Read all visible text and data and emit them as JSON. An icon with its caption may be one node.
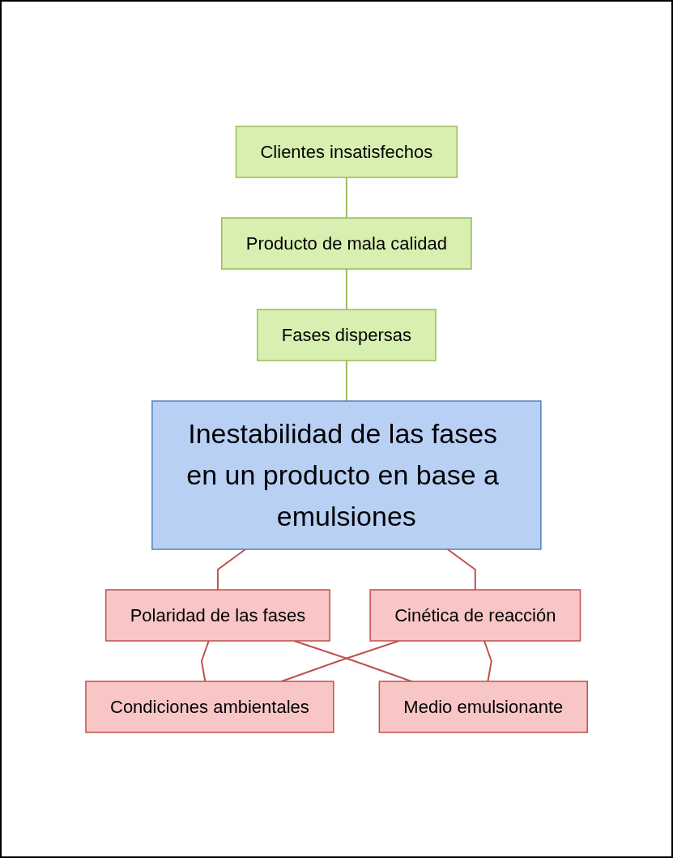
{
  "diagram": {
    "nodes": [
      {
        "text": [
          "Clientes insatisfechos"
        ]
      },
      {
        "text": [
          "Producto de mala calidad"
        ]
      },
      {
        "text": [
          "Fases dispersas"
        ]
      },
      {
        "text": [
          "Inestabilidad de las fases en un producto en base a emulsiones"
        ]
      },
      {
        "text": [
          "Polaridad de las fases"
        ]
      },
      {
        "text": [
          "Cinética de reacción"
        ]
      },
      {
        "text": [
          "Condiciones ambientales"
        ]
      },
      {
        "text": [
          "Medio emulsionante"
        ]
      }
    ],
    "edges": [
      {
        "from": 0,
        "to": 1,
        "arrow": "none",
        "color": "#9bbb59"
      },
      {
        "from": 1,
        "to": 2,
        "arrow": "none",
        "color": "#9bbb59"
      },
      {
        "from": 2,
        "to": 3,
        "arrow": "none",
        "color": "#9bbb59"
      },
      {
        "from": 3,
        "to": 4,
        "arrow": "none",
        "color": "#c0504d"
      },
      {
        "from": 3,
        "to": 5,
        "arrow": "none",
        "color": "#c0504d"
      },
      {
        "from": 4,
        "to": 6,
        "arrow": "none",
        "color": "#c0504d"
      },
      {
        "from": 4,
        "to": 7,
        "arrow": "none",
        "color": "#c0504d"
      },
      {
        "from": 5,
        "to": 6,
        "arrow": "none",
        "color": "#c0504d"
      },
      {
        "from": 5,
        "to": 7,
        "arrow": "none",
        "color": "#c0504d"
      }
    ]
  }
}
